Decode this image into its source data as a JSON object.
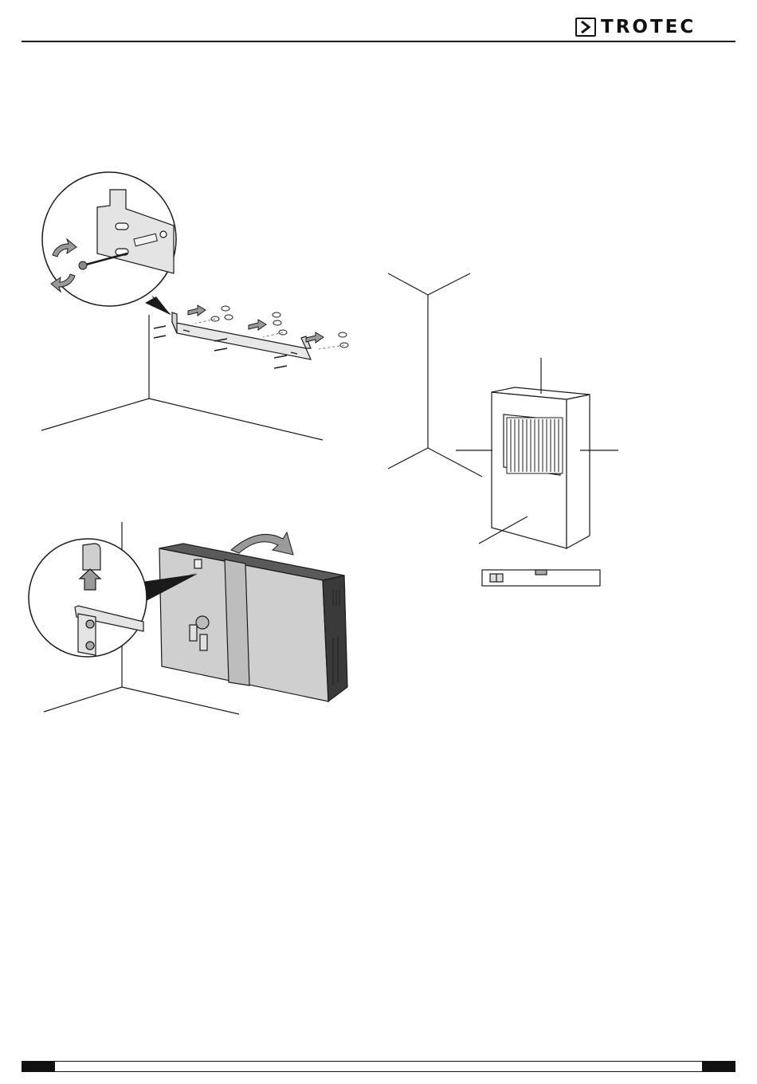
{
  "header": {
    "brand_name": "TROTEC",
    "logo_icon": "chevron-right-icon"
  },
  "figures": [
    {
      "name": "wall-bracket-mounting",
      "icons": [
        "rotate-arrows-icon",
        "push-arrow-icon"
      ]
    },
    {
      "name": "device-hanging-on-bracket",
      "icons": [
        "up-arrow-icon",
        "curved-arrow-icon"
      ]
    },
    {
      "name": "wall-clearance-and-level",
      "icons": [
        "spirit-level-icon"
      ]
    }
  ],
  "colors": {
    "line": "#1a1a1a",
    "device_fill": "#cfcfcf",
    "device_dark": "#3a3a3a"
  }
}
